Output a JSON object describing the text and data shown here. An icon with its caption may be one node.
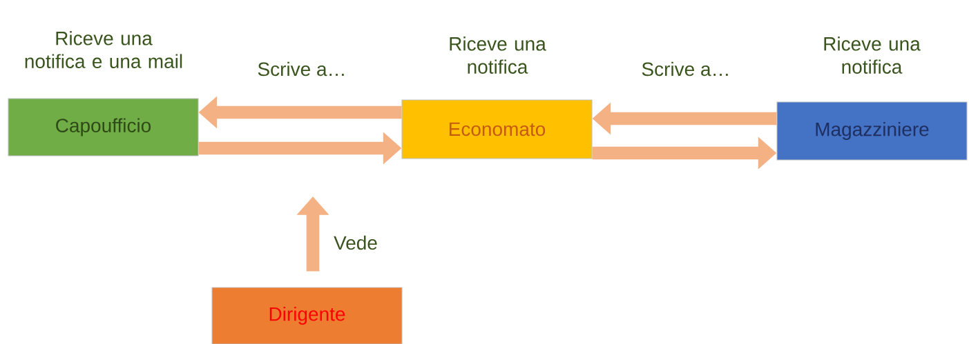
{
  "diagram": {
    "nodes": [
      {
        "text": [
          "Capoufficio"
        ],
        "beside": [
          "Riceve una notifica e una mail"
        ]
      },
      {
        "text": [
          "Economato"
        ],
        "beside": [
          "Riceve una notifica"
        ]
      },
      {
        "text": [
          "Magazziniere"
        ],
        "beside": [
          "Riceve una notifica"
        ]
      },
      {
        "text": [
          "Dirigente"
        ]
      }
    ],
    "edges": [
      {
        "from": 1,
        "to": 0,
        "arrow": "to",
        "label": "Scrive a…"
      },
      {
        "from": 0,
        "to": 1,
        "arrow": "to"
      },
      {
        "from": 2,
        "to": 1,
        "arrow": "to",
        "label": "Scrive a…"
      },
      {
        "from": 1,
        "to": 2,
        "arrow": "to"
      },
      {
        "from": 3,
        "to": null,
        "arrow": "to",
        "label": "Vede"
      }
    ]
  }
}
